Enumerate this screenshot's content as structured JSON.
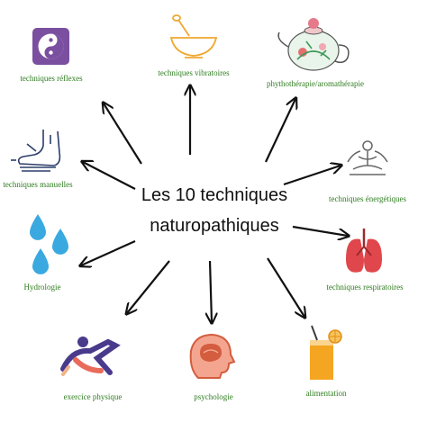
{
  "center": {
    "line1": "Les 10 techniques",
    "line2": "naturopathiques"
  },
  "colors": {
    "label": "#2e7d1f",
    "arrow": "#111111",
    "icon_purple": "#7b4fa0",
    "icon_blue": "#3aa9e0",
    "icon_red": "#e0474c",
    "icon_orange": "#f4a522",
    "icon_navy": "#2c3e6b"
  },
  "nodes": [
    {
      "id": "reflexes",
      "label": "techniques réflexes",
      "icon": "yin-yang-icon"
    },
    {
      "id": "vibratoires",
      "label": "techniques vibratoires",
      "icon": "mortar-pestle-icon"
    },
    {
      "id": "phyto",
      "label": "phythothérapie/aromathérapie",
      "icon": "teapot-herbs-icon"
    },
    {
      "id": "manuelles",
      "label": "techniques manuelles",
      "icon": "foot-icon"
    },
    {
      "id": "energetiques",
      "label": "techniques énergétiques",
      "icon": "meditation-icon"
    },
    {
      "id": "hydrologie",
      "label": "Hydrologie",
      "icon": "water-drops-icon"
    },
    {
      "id": "respiratoires",
      "label": "techniques respiratoires",
      "icon": "lungs-icon"
    },
    {
      "id": "exercice",
      "label": "exercice physique",
      "icon": "yoga-pose-icon"
    },
    {
      "id": "psychologie",
      "label": "psychologie",
      "icon": "head-brain-icon"
    },
    {
      "id": "alimentation",
      "label": "alimentation",
      "icon": "juice-glass-icon"
    }
  ]
}
